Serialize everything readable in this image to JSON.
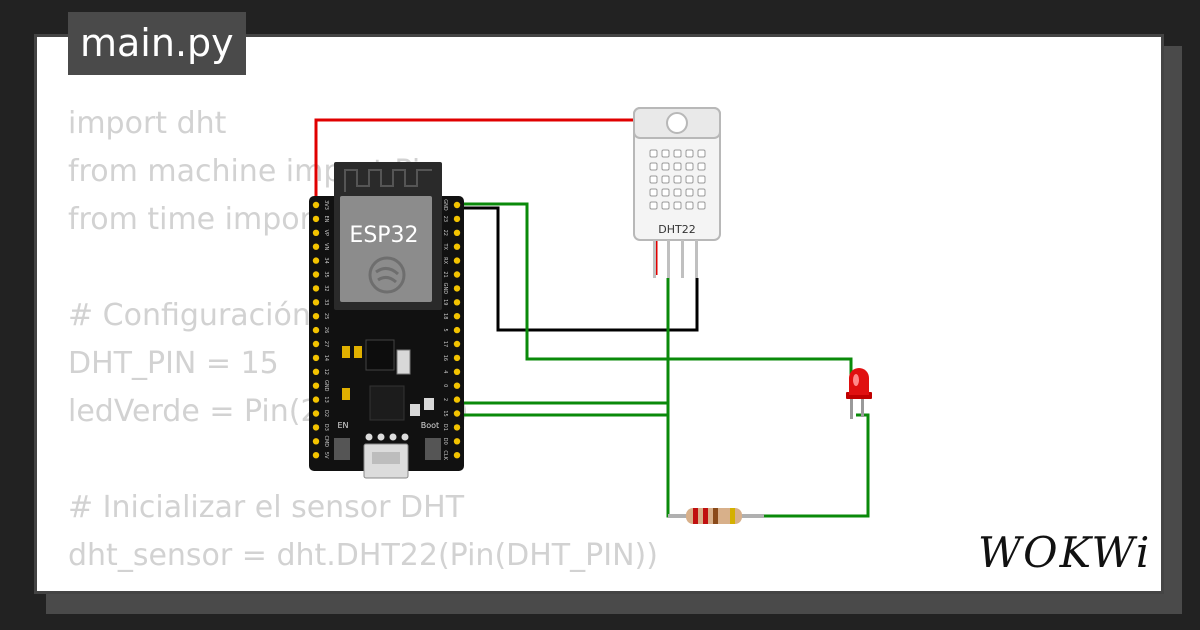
{
  "tab": {
    "label": "main.py"
  },
  "code": {
    "lines": [
      "import dht",
      "from machine import Pin",
      "from time import sleep",
      "",
      "# Configuración de pines",
      "DHT_PIN = 15",
      "ledVerde = Pin(2, Pin.OUT)",
      "",
      "# Inicializar el sensor DHT",
      "dht_sensor = dht.DHT22(Pin(DHT_PIN))"
    ]
  },
  "diagram": {
    "esp32": {
      "label": "ESP32",
      "en_label": "EN",
      "boot_label": "Boot",
      "left_pins": [
        "3V3",
        "EN",
        "VP",
        "VN",
        "34",
        "35",
        "32",
        "33",
        "25",
        "26",
        "27",
        "14",
        "12",
        "GND",
        "13",
        "D2",
        "D3",
        "CMD",
        "5V"
      ],
      "right_pins": [
        "GND",
        "23",
        "22",
        "TX",
        "RX",
        "21",
        "GND",
        "19",
        "18",
        "5",
        "17",
        "16",
        "4",
        "0",
        "2",
        "15",
        "D1",
        "D0",
        "CLK"
      ]
    },
    "sensor": {
      "label": "DHT22"
    },
    "wire_colors": {
      "power": "#e00000",
      "ground": "#000000",
      "signal": "#0a8a0a"
    },
    "led_color": "#e01010"
  },
  "brand": {
    "logo": "WOKWi"
  }
}
